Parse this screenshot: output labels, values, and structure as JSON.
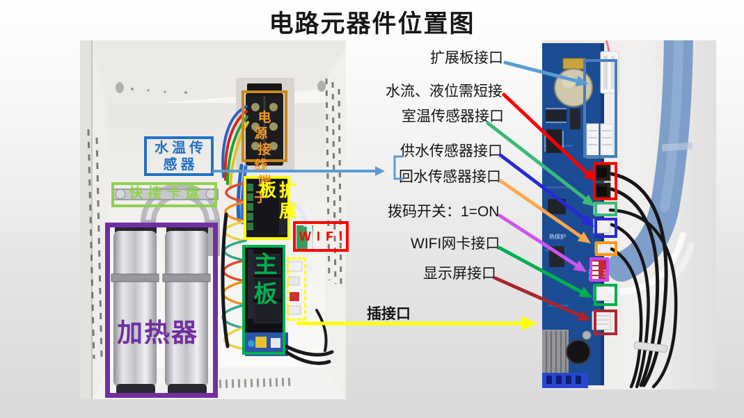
{
  "title": "电路元器件位置图",
  "left_photo": {
    "boxes": {
      "power_terminal": {
        "label": "电源接线端子",
        "lines": [
          "电源",
          "接线",
          "端子"
        ],
        "color": "#c8861e",
        "text_color": "#f09a28"
      },
      "water_temp": {
        "label": "水温传感器",
        "lines": [
          "水温传",
          "感器"
        ],
        "color": "#2272c3"
      },
      "quick_connect": {
        "label": "快接卡盘",
        "color": "#8fd14f"
      },
      "expansion": {
        "label": "扩展板",
        "color": "#ffff00"
      },
      "main_board": {
        "label": "主板",
        "color": "#00b050"
      },
      "wifi_module": {
        "label": "WIFI",
        "color": "#ff0000"
      },
      "heater": {
        "label": "加热器",
        "color": "#7030a0"
      },
      "socket_area": {
        "color": "#ffff00",
        "style": "dashed"
      }
    }
  },
  "callouts": {
    "expansion_port": {
      "label": "扩展板接口",
      "color": "#5b9bd5"
    },
    "water_flow": {
      "label": "水流、液位需短接",
      "color": "#ff0000"
    },
    "room_temp": {
      "label": "室温传感器接口",
      "color": "#3cb878"
    },
    "supply_water": {
      "label": "供水传感器接口",
      "color": "#2929d6"
    },
    "return_water": {
      "label": "回水传感器接口",
      "color": "#ffa64d"
    },
    "dip_switch": {
      "label": "拨码开关：1=ON",
      "color": "#cc55ee"
    },
    "wifi_port": {
      "label": "WIFI网卡接口",
      "color": "#00b050"
    },
    "display_port": {
      "label": "显示屏接口",
      "color": "#a8262e"
    },
    "socket": {
      "label": "插接口",
      "color": "#ffff00"
    },
    "water_temp_link": {
      "color": "#5b9bd5"
    }
  },
  "right_photo": {
    "boxes": {
      "expansion_connector": {
        "color": "#4a7ebb"
      },
      "water_flow_jumper": {
        "color": "#ff0000"
      },
      "room_temp_port": {
        "color": "#3cb878"
      },
      "supply_port": {
        "color": "#2929d6"
      },
      "return_port": {
        "color": "#ff9912"
      },
      "dip_switch": {
        "color": "#cc44ee"
      },
      "wifi_port": {
        "color": "#00b050"
      },
      "display_port": {
        "color": "#b02630"
      }
    },
    "dip": {
      "on_dp": "ON DP",
      "numbers": "1 2 3 4"
    },
    "silk": "热保护"
  }
}
